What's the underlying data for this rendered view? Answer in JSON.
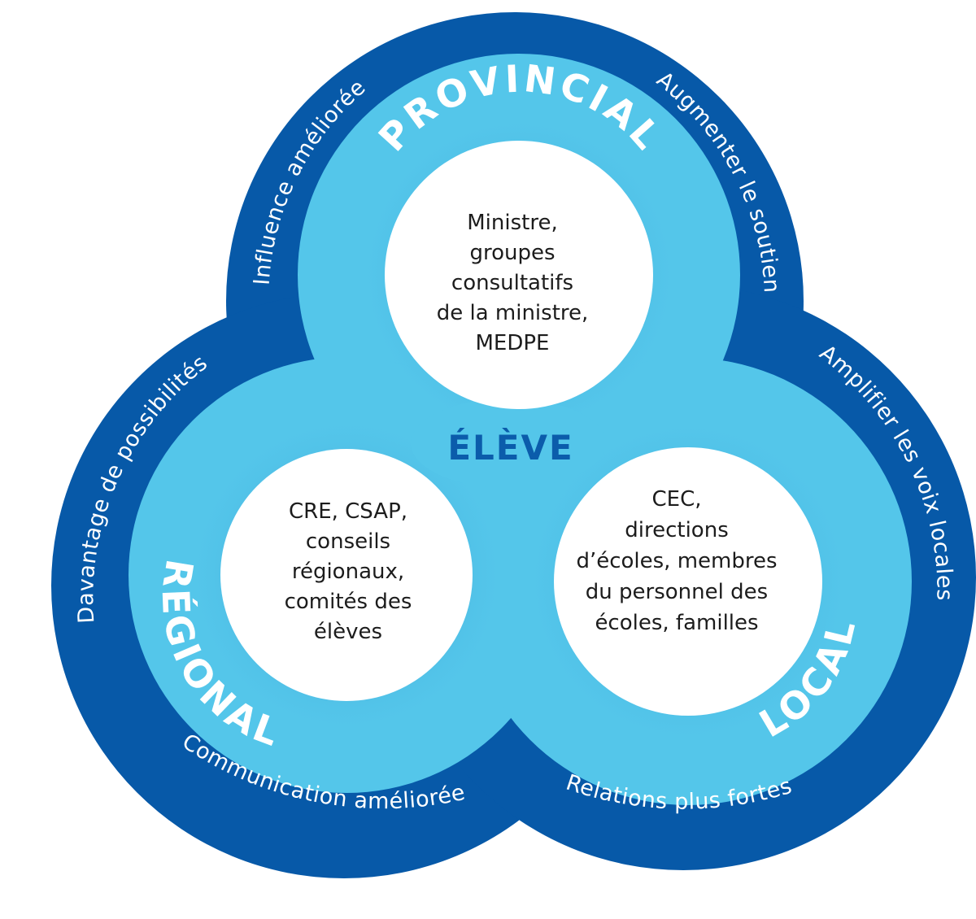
{
  "colors": {
    "dark_blue": "#0759a8",
    "light_blue": "#54c6ea",
    "student_text": "#0b5cab",
    "white": "#ffffff"
  },
  "rings": {
    "provincial": {
      "label": "PROVINCIAL",
      "lines": [
        "Ministre,",
        "groupes",
        "consultatifs",
        "de la ministre,",
        "MEDPE"
      ]
    },
    "regional": {
      "label": "RÉGIONAL",
      "lines": [
        "CRE, CSAP,",
        "conseils",
        "régionaux,",
        "comités des",
        "élèves"
      ]
    },
    "local": {
      "label": "LOCAL",
      "lines": [
        "CEC,",
        "directions",
        "d’écoles, membres",
        "du personnel des",
        "écoles, familles"
      ]
    }
  },
  "center_label": "ÉLÈVE",
  "outer_labels": {
    "top_left": "Influence améliorée",
    "top_right": "Augmenter le soutien",
    "left": "Davantage de possibilités",
    "right": "Amplifier les voix locales",
    "bottom_left": "Communication améliorée",
    "bottom_right": "Relations plus fortes"
  }
}
